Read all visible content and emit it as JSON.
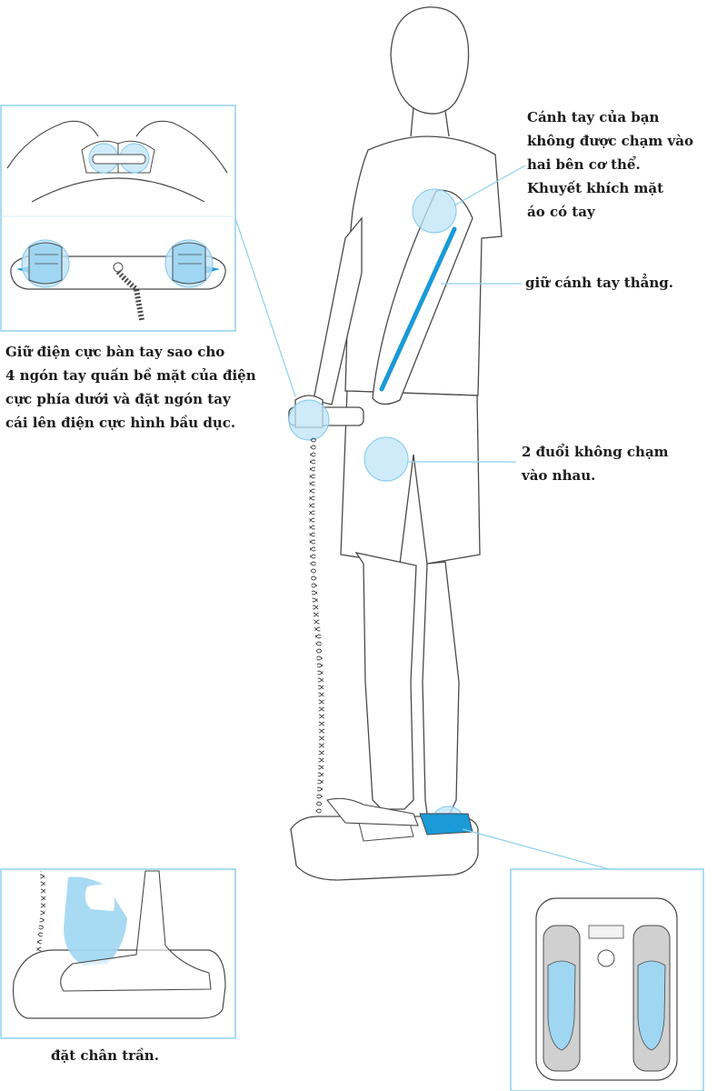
{
  "captions": {
    "hand_grip": "Giữ điện cực bàn tay sao cho\n4 ngón tay quấn bề mặt của điện\ncực phía dưới và đặt ngón tay\ncái lên điện cực hình bầu dục.",
    "arm_not_touch": "Cánh tay của bạn\nkhông được chạm vào\nhai bên cơ thể.\nKhuyết khích mặt\náo có tay",
    "keep_arm_straight": "giữ cánh tay thẳng.",
    "legs_not_touch": "2 đuổi không chạm\nvào nhau.",
    "barefoot": "đặt chân trần."
  },
  "colors": {
    "highlight": "#7fc8ee",
    "highlight_fill": "#bfe4f7",
    "arm_line": "#1a9ad6",
    "callout_line": "#8fd0ee",
    "outline": "#4a4a4a"
  },
  "icons": [
    "person-figure",
    "hand-electrode",
    "scale-platform",
    "foot-print"
  ]
}
